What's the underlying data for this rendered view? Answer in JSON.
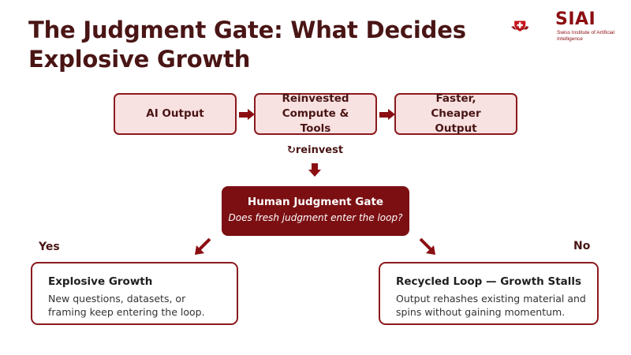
{
  "title": "The Judgment Gate: What Decides Explosive Growth",
  "logo": {
    "name": "SIAI",
    "subtitle": "Swiss Institute of Artificial Intelligence"
  },
  "flow": [
    {
      "label": "AI Output"
    },
    {
      "label": "Reinvested Compute & Tools"
    },
    {
      "label": "Faster, Cheaper Output"
    }
  ],
  "reinvest_label": "↻reinvest",
  "gate": {
    "title": "Human Judgment Gate",
    "subtitle": "Does fresh judgment enter the loop?"
  },
  "branches": {
    "yes_label": "Yes",
    "no_label": "No"
  },
  "outcomes": {
    "yes": {
      "title": "Explosive Growth",
      "body": "New questions, datasets, or framing keep entering the loop."
    },
    "no": {
      "title": "Recycled Loop — Growth Stalls",
      "body": "Output rehashes existing material and spins without gaining momentum."
    }
  },
  "colors": {
    "accent": "#8b0e12",
    "title_text": "#4a1515",
    "flow_fill": "#f8e1e1",
    "gate_fill": "#7b0f12"
  }
}
